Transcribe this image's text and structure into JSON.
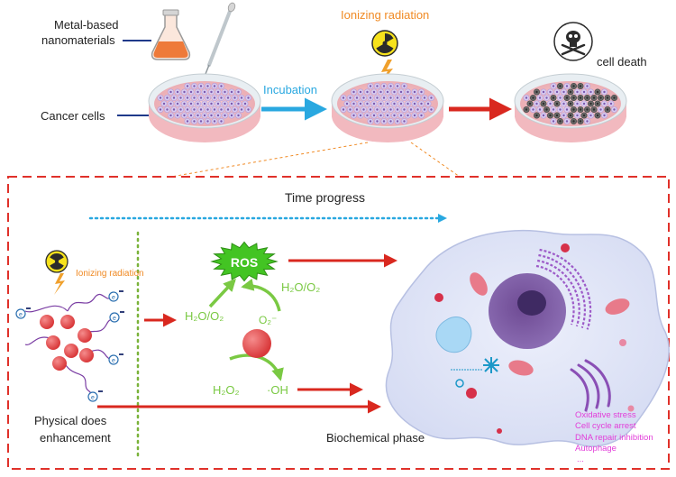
{
  "top": {
    "metal_label_line1": "Metal-based",
    "metal_label_line2": "nanomaterials",
    "cancer_cells_label": "Cancer cells",
    "incubation_label": "Incubation",
    "ionizing_label": "Ionizing radiation",
    "cell_death_label": "cell death"
  },
  "panel": {
    "time_progress_label": "Time progress",
    "ionizing_label": "Ionizing radiation",
    "electron_symbol": "e",
    "ros_label": "ROS",
    "h2o_o2_right": "H₂O/O₂",
    "h2o_o2_left": "H₂O/O₂",
    "o2_minus": "O₂⁻",
    "h2o2_label": "H₂O₂",
    "oh_label": "·OH",
    "physical_line1": "Physical does",
    "physical_line2": "enhancement",
    "biochemical_label": "Biochemical phase",
    "effects": [
      "Oxidative stress",
      "Cell cycle arrest",
      "DNA repair inhibition",
      "Autophage",
      "..."
    ]
  },
  "colors": {
    "red_arrow": "#d9281f",
    "blue_arrow": "#29a8e0",
    "orange_text": "#f08a24",
    "green": "#7ac943",
    "magenta": "#e23dd9",
    "panel_border": "#e0312a"
  }
}
